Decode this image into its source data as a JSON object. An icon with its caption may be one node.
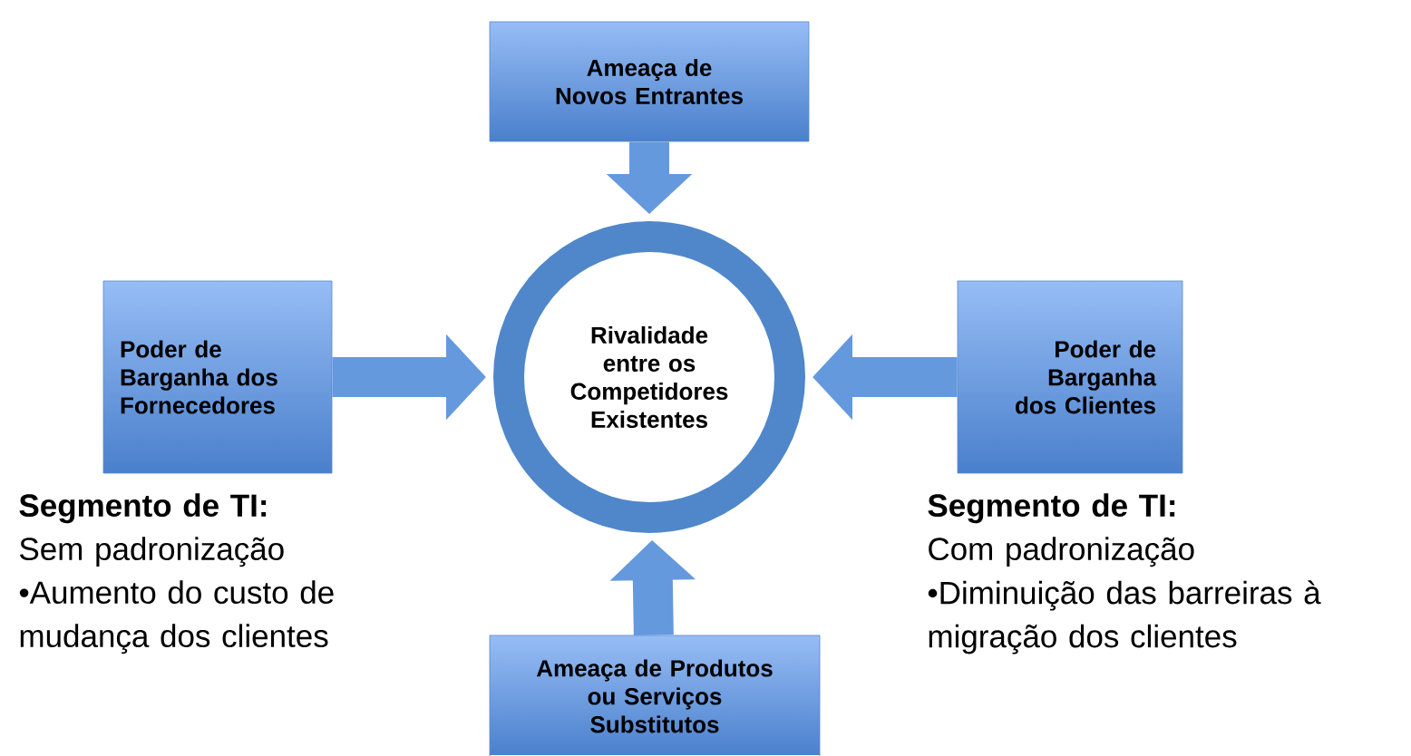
{
  "diagram": {
    "nodes": [
      {
        "text": [
          "Ameaça de Novos Entrantes"
        ]
      },
      {
        "text": [
          "Poder de Barganha dos Fornecedores"
        ]
      },
      {
        "text": [
          "Rivalidade entre os Competidores Existentes"
        ]
      },
      {
        "text": [
          "Poder de Barganha dos Clientes"
        ]
      },
      {
        "text": [
          "Ameaça de Produtos ou Serviços Substitutos"
        ]
      }
    ],
    "edges": [
      {
        "from": 0,
        "to": 2,
        "arrow": "to"
      },
      {
        "from": 1,
        "to": 2,
        "arrow": "to"
      },
      {
        "from": 3,
        "to": 2,
        "arrow": "to"
      },
      {
        "from": 4,
        "to": 2,
        "arrow": "to"
      }
    ],
    "labels": [
      "Segmento de TI:",
      "Sem padronização",
      "•Aumento do custo de mudança dos clientes",
      "Segmento de TI:",
      "Com padronização",
      "•Diminuição das barreiras à migração dos clientes"
    ]
  }
}
